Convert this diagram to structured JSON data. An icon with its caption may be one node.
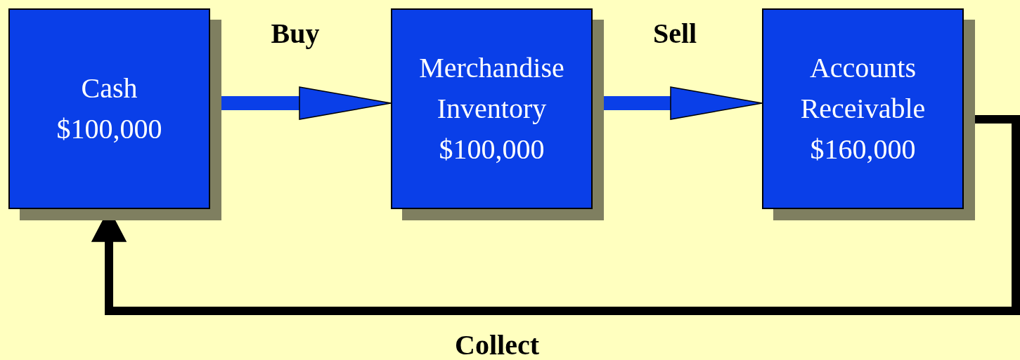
{
  "diagram": {
    "nodes": [
      {
        "text": [
          "Cash",
          "$100,000"
        ]
      },
      {
        "text": [
          "Merchandise Inventory",
          "$100,000"
        ]
      },
      {
        "text": [
          "Accounts Receivable",
          "$160,000"
        ]
      }
    ],
    "edges": [
      {
        "from": 0,
        "to": 1,
        "arrow": "to",
        "label": "Buy"
      },
      {
        "from": 1,
        "to": 2,
        "arrow": "to",
        "label": "Sell"
      },
      {
        "from": 2,
        "to": 0,
        "arrow": "to",
        "label": "Collect",
        "color": "#000000"
      }
    ]
  }
}
